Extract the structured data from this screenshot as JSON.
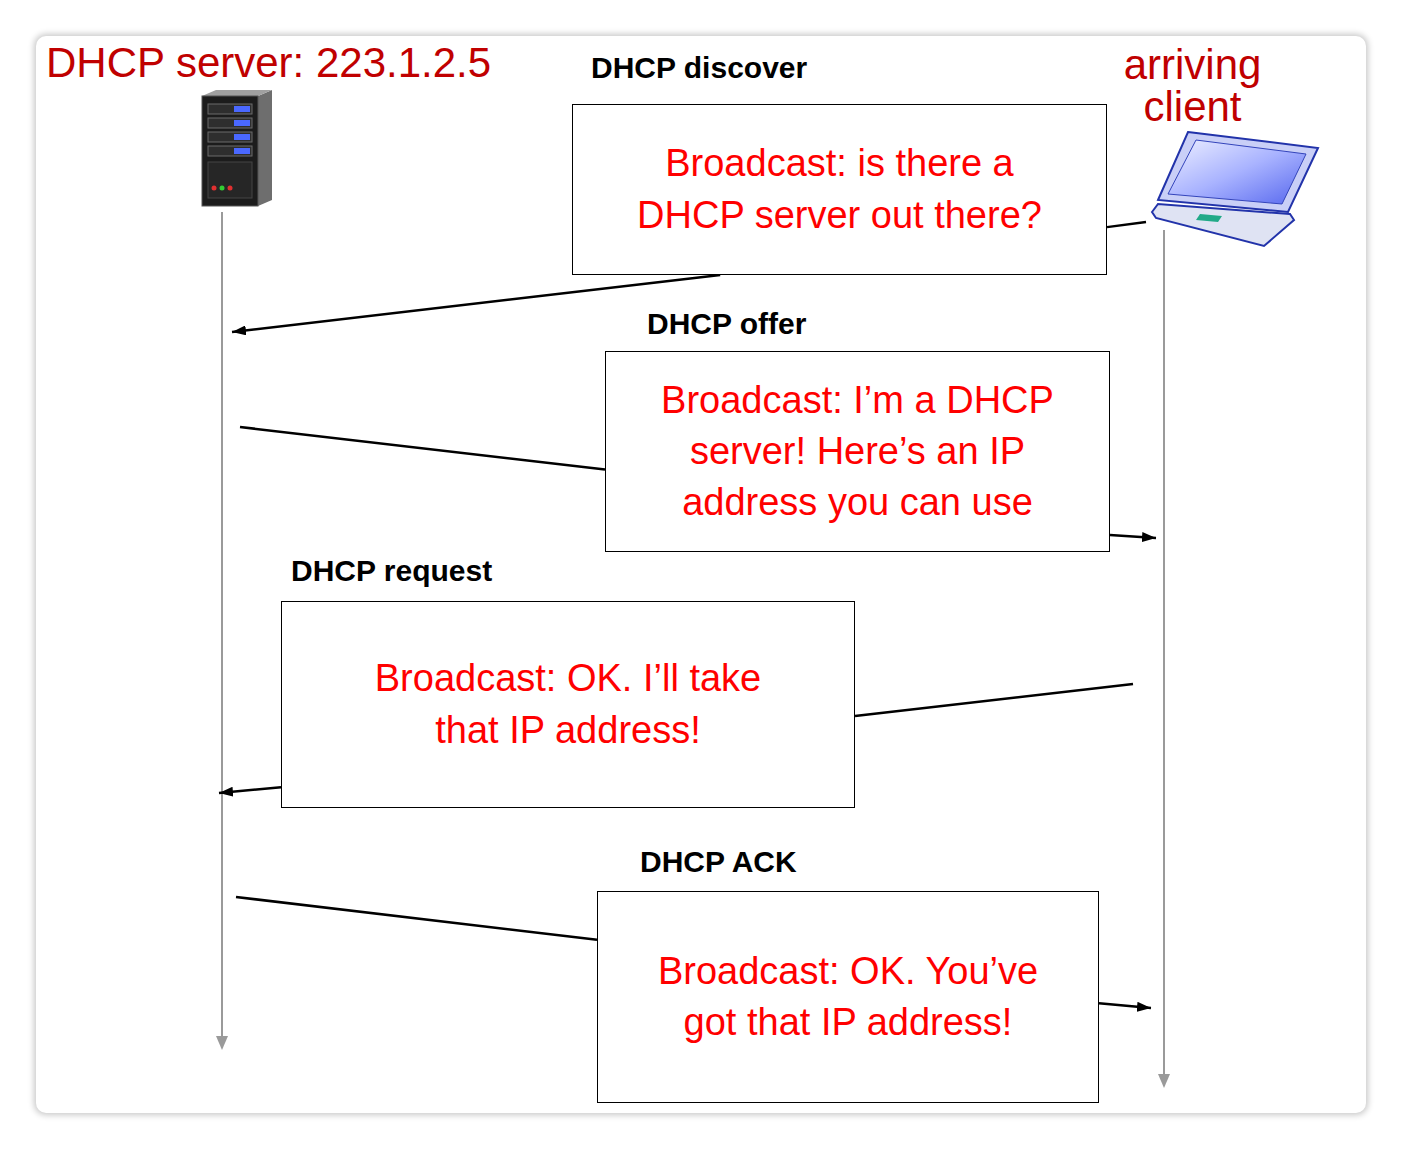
{
  "diagram": {
    "nodes": [
      {
        "text": [
          "DHCP server: 223.1.2.5"
        ]
      },
      {
        "text": [
          "DHCP discover",
          "Broadcast: is there a DHCP server out there?"
        ]
      },
      {
        "text": [
          "arriving client"
        ]
      },
      {
        "text": [
          "DHCP offer",
          "Broadcast: I’m a DHCP server! Here’s an IP address you can use"
        ]
      },
      {
        "text": [
          "DHCP request",
          "Broadcast: OK. I’ll take that IP address!"
        ]
      },
      {
        "text": [
          "DHCP ACK",
          "Broadcast: OK. You’ve got that IP address!"
        ]
      }
    ],
    "edges": [
      {
        "from": 2,
        "to": 1,
        "arrow": "none"
      },
      {
        "from": 1,
        "to": 0,
        "arrow": "to"
      },
      {
        "from": 0,
        "to": 3,
        "arrow": "none"
      },
      {
        "from": 3,
        "to": 2,
        "arrow": "to"
      },
      {
        "from": 2,
        "to": 4,
        "arrow": "none"
      },
      {
        "from": 4,
        "to": 0,
        "arrow": "to"
      },
      {
        "from": 0,
        "to": 5,
        "arrow": "none"
      },
      {
        "from": 5,
        "to": 2,
        "arrow": "to"
      }
    ]
  }
}
